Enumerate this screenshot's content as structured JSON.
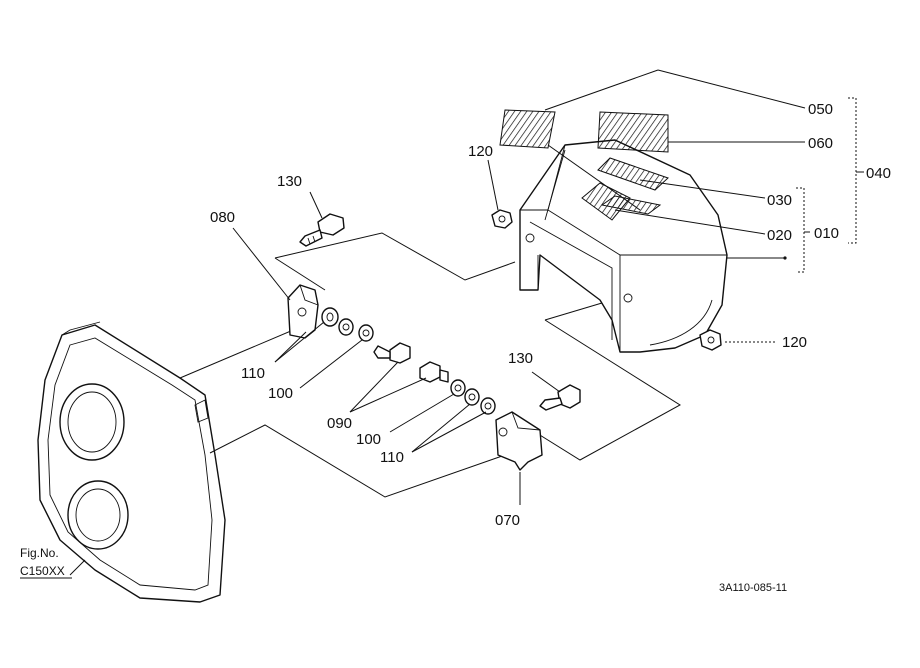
{
  "labels": {
    "p050": "050",
    "p060": "060",
    "p040": "040",
    "p030": "030",
    "p020": "020",
    "p010": "010",
    "p120_top": "120",
    "p120_right": "120",
    "p130_left": "130",
    "p130_right": "130",
    "p080": "080",
    "p110_left": "110",
    "p100_left": "100",
    "p090": "090",
    "p100_right": "100",
    "p110_right": "110",
    "p070": "070"
  },
  "fig": {
    "line1": "Fig.No.",
    "line2": "C150XX"
  },
  "drawing_code": "3A110-085-11"
}
